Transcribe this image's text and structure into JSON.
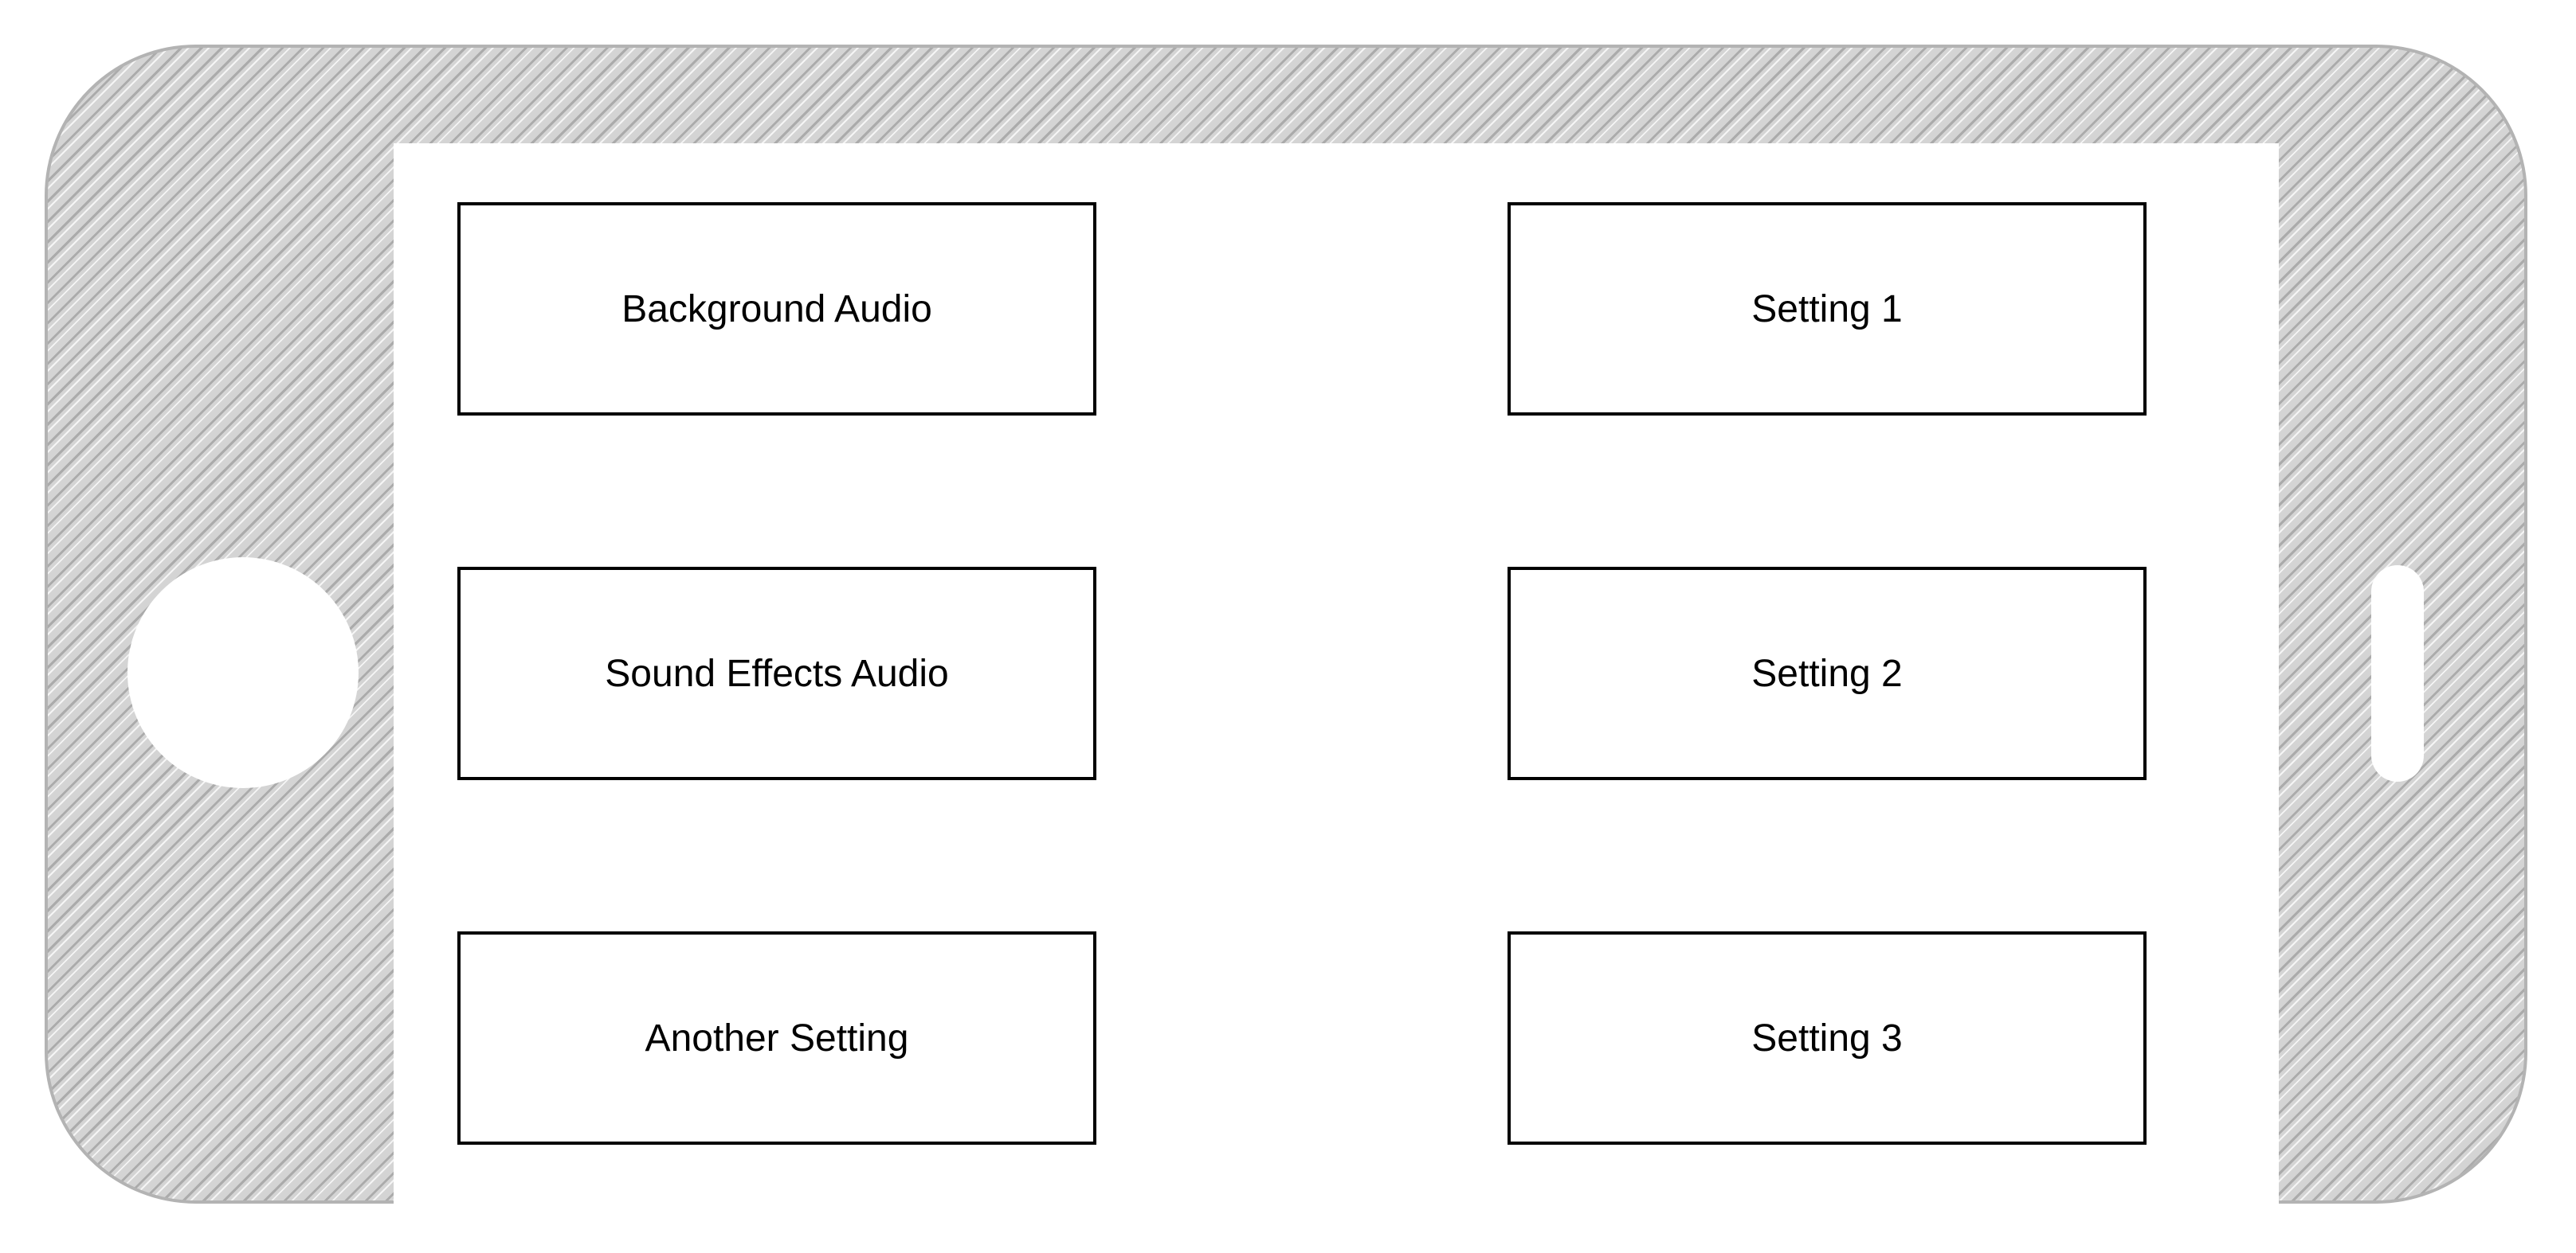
{
  "settings": {
    "left": [
      {
        "label": "Background Audio"
      },
      {
        "label": "Sound Effects Audio"
      },
      {
        "label": "Another Setting"
      }
    ],
    "right": [
      {
        "label": "Setting 1"
      },
      {
        "label": "Setting 2"
      },
      {
        "label": "Setting 3"
      }
    ]
  },
  "colors": {
    "device_body": "#d2d2d2",
    "device_stripe": "#ababab",
    "screen_background": "#ffffff",
    "button_border": "#000000"
  }
}
